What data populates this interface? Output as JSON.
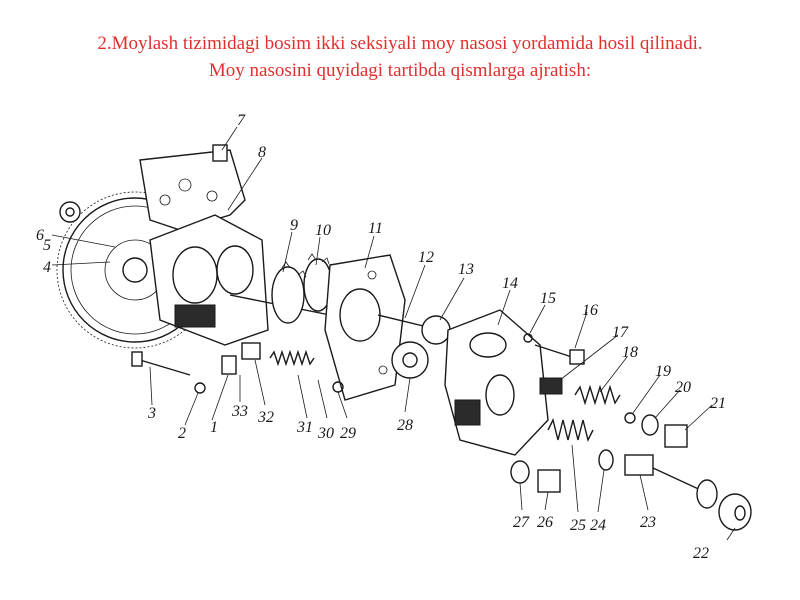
{
  "heading": {
    "line1": "2.Moylash tizimidagi bosim ikki seksiyali moy nasosi yordamida hosil qilinadi.",
    "line2": "Moy nasosini quyidagi tartibda qismlarga ajratish:"
  },
  "callouts": {
    "c1": "1",
    "c2": "2",
    "c3": "3",
    "c4": "4",
    "c5": "5",
    "c6": "6",
    "c7": "7",
    "c8": "8",
    "c9": "9",
    "c10": "10",
    "c11": "11",
    "c12": "12",
    "c13": "13",
    "c14": "14",
    "c15": "15",
    "c16": "16",
    "c17": "17",
    "c18": "18",
    "c19": "19",
    "c20": "20",
    "c21": "21",
    "c22": "22",
    "c23": "23",
    "c24": "24",
    "c25": "25",
    "c26": "26",
    "c27": "27",
    "c28": "28",
    "c29": "29",
    "c30": "30",
    "c31": "31",
    "c32": "32",
    "c33": "33"
  },
  "colors": {
    "heading": "#e0302e",
    "ink": "#1a1a1a",
    "background": "#ffffff"
  }
}
